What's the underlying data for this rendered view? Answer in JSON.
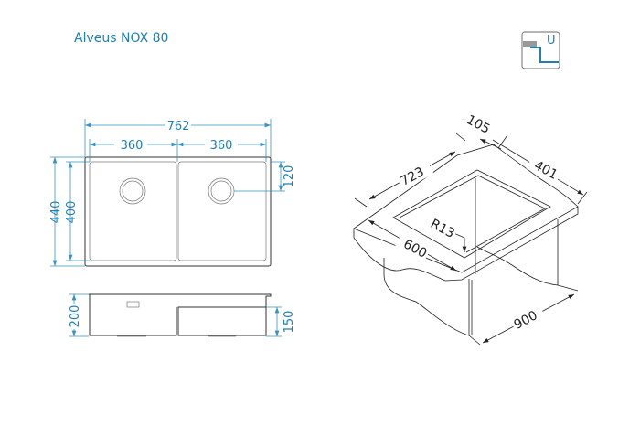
{
  "title": "Alveus NOX 80",
  "icon": {
    "name": "undermount-icon",
    "label": "U",
    "accent": "#1f7fb0"
  },
  "top_view": {
    "overall_width": "762",
    "bowl_left_width": "360",
    "bowl_right_width": "360",
    "overall_depth": "440",
    "bowl_depth": "400",
    "drain_offset": "120"
  },
  "side_view": {
    "depth_left": "200",
    "depth_right": "150"
  },
  "iso_view": {
    "flange": "105",
    "cutout_length": "723",
    "cutout_width": "401",
    "radius": "R13",
    "cabinet_depth": "600",
    "cabinet_width": "900"
  }
}
